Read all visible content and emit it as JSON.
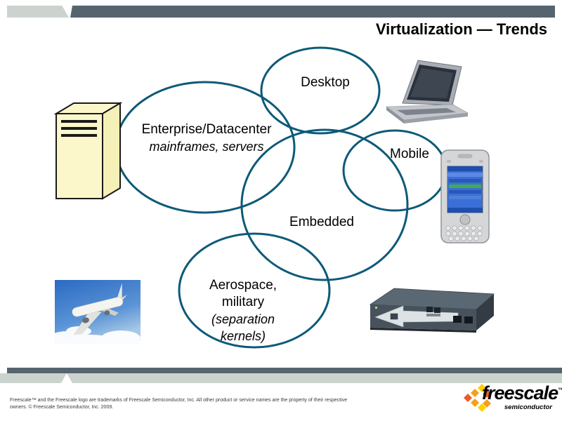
{
  "slide": {
    "title": "Virtualization — Trends"
  },
  "colors": {
    "accent_bar_dark": "#56646f",
    "accent_bar_light": "#ccd3cf",
    "venn_stroke": "#0d5a78",
    "embedded_fill": "#bde5f8",
    "server_fill": "#fbf7cb",
    "logo_yellow": "#ffcf01",
    "logo_orange": "#f6a01a",
    "logo_red": "#ea5b2b"
  },
  "venn": {
    "enterprise": {
      "line1": "Enterprise/Datacenter",
      "line2": "mainframes, servers"
    },
    "desktop": "Desktop",
    "mobile": "Mobile",
    "embedded": "Embedded",
    "aerospace": {
      "line1": "Aerospace,",
      "line2": "military",
      "line3": "(separation",
      "line4": "kernels)"
    }
  },
  "icons": {
    "server": "server-tower-illustration",
    "laptop": "laptop-photo",
    "pda": "handheld-pda-photo",
    "airplane": "airplane-photo",
    "router": "network-router-photo"
  },
  "footer": {
    "line1": "Freescale™ and the Freescale logo are trademarks of Freescale Semiconductor, Inc. All other product or service names are the property of their respective",
    "line2": "owners. © Freescale Semiconductor, Inc. 2009."
  },
  "logo": {
    "wordmark": "freescale",
    "tm": "™",
    "tagline": "semiconductor"
  }
}
